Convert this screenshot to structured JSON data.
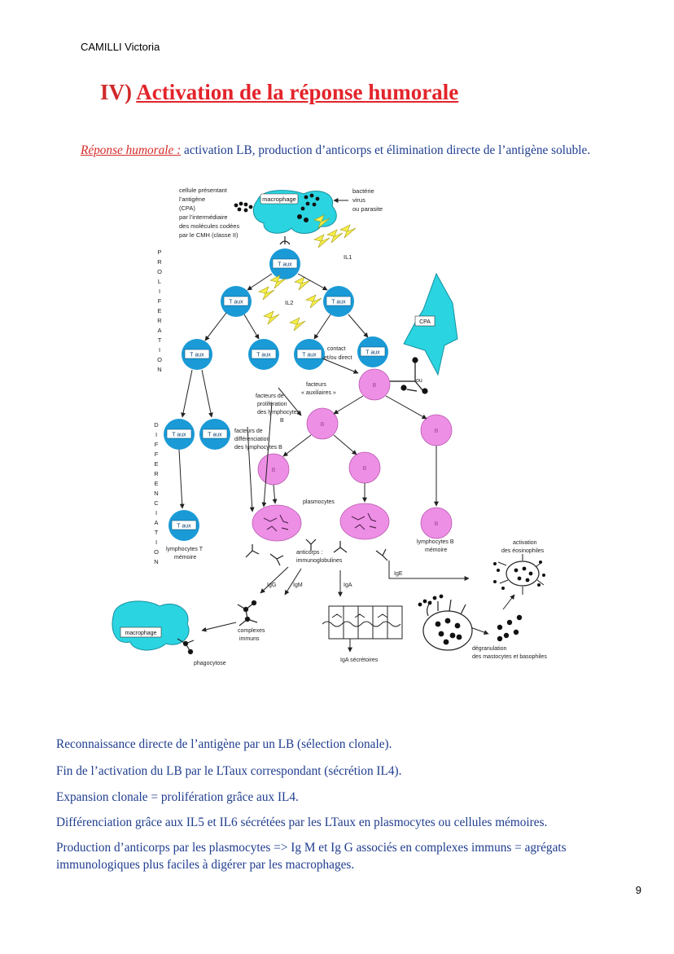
{
  "header": {
    "author": "CAMILLI Victoria"
  },
  "title": {
    "number": "IV)",
    "text": "Activation de la réponse humorale"
  },
  "intro": {
    "lead": "Réponse humorale :",
    "text": " activation LB, production d’anticorps et élimination directe de l’antigène soluble."
  },
  "diagram": {
    "cpa_text": [
      "cellule présentant",
      "l’antigène",
      "(CPA)",
      "par l’intermédiaire",
      "des molécules codées",
      "par le CMH (classe II)"
    ],
    "macrophage": "macrophage",
    "bacteria_text": [
      "bactérie",
      "virus",
      "ou parasite"
    ],
    "il1": "IL1",
    "il2": "IL2",
    "taux": "T aux",
    "cpa": "CPA",
    "b": "B",
    "contact_text": [
      "contact",
      "et/ou direct"
    ],
    "ou": "ou",
    "facteurs_aux": [
      "facteurs",
      "« auxiliaires »"
    ],
    "facteurs_prolif": [
      "facteurs de",
      "prolifération",
      "des lymphocytes",
      "B"
    ],
    "facteurs_diff": [
      "facteurs de",
      "différenciation",
      "des lymphocytes B"
    ],
    "plasmocytes": "plasmocytes",
    "proliferation_letters": [
      "P",
      "R",
      "O",
      "L",
      "I",
      "F",
      "E",
      "R",
      "A",
      "T",
      "I",
      "O",
      "N"
    ],
    "differenciation_letters": [
      "D",
      "I",
      "F",
      "F",
      "E",
      "R",
      "E",
      "N",
      "C",
      "I",
      "A",
      "T",
      "I",
      "O",
      "N"
    ],
    "lt_memoire": [
      "lymphocytes T",
      "mémoire"
    ],
    "lb_memoire": [
      "lymphocytes B",
      "mémoire"
    ],
    "anticorps": [
      "anticorps :",
      "immunoglobulines"
    ],
    "activation_eos": [
      "activation",
      "des éosinophiles"
    ],
    "igg": "IgG",
    "igm": "IgM",
    "iga": "IgA",
    "ige": "IgE",
    "complexes": [
      "complexes",
      "immuns"
    ],
    "phagocytose": "phagocytose",
    "iga_secretoires": "IgA sécrétoires",
    "degranulation": [
      "dégranulation",
      "des mastocytes et basophiles"
    ]
  },
  "paragraphs": [
    "Reconnaissance directe de l’antigène par un LB (sélection clonale).",
    "Fin de l’activation du LB par le LTaux correspondant (sécrétion IL4).",
    "Expansion clonale = prolifération grâce aux IL4.",
    "Différenciation grâce aux IL5 et IL6 sécrétées par les LTaux en plasmocytes ou cellules mémoires.",
    "Production d’anticorps par les plasmocytes => Ig M et Ig G associés en complexes immuns = agrégats immunologiques plus faciles à digérer par les macrophages."
  ],
  "page_number": "9",
  "colors": {
    "title": "#e3242b",
    "body_text": "#1f3d8f",
    "t_cell": "#1a9ad6",
    "b_cell": "#ee8fe6",
    "macrophage": "#2ad4e0",
    "il": "#f6ef4a"
  }
}
